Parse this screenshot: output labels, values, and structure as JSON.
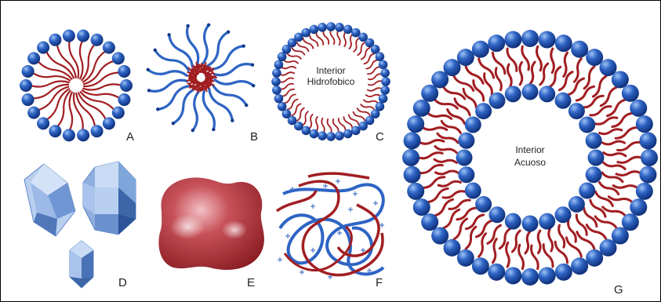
{
  "panels": {
    "A": {
      "letter": "A"
    },
    "B": {
      "letter": "B"
    },
    "C": {
      "letter": "C",
      "interior_line1": "Interior",
      "interior_line2": "Hidrofobico"
    },
    "D": {
      "letter": "D"
    },
    "E": {
      "letter": "E"
    },
    "F": {
      "letter": "F"
    },
    "G": {
      "letter": "G",
      "interior_line1": "Interior",
      "interior_line2": "Acuoso"
    }
  },
  "colors": {
    "head": "#2E64C4",
    "head_dark": "#123A8C",
    "head_light": "#8FB4F0",
    "tail": "#A11E22",
    "crystal_light": "#B9CFF0",
    "crystal_mid": "#7FA6DB",
    "crystal_dark": "#3D66A8",
    "blob": "#B5323A",
    "blob_light": "#E7A5AA"
  }
}
